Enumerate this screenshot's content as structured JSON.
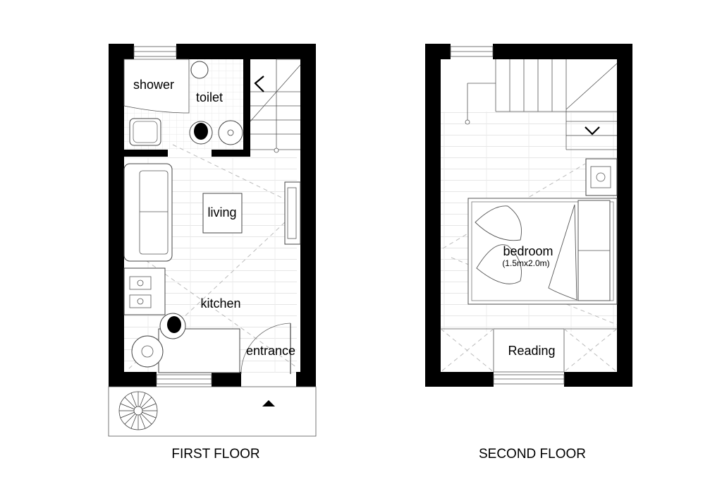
{
  "first_floor": {
    "caption": "FIRST FLOOR",
    "rooms": {
      "shower": "shower",
      "toilet": "toilet",
      "living": "living",
      "kitchen": "kitchen",
      "entrance": "entrance"
    }
  },
  "second_floor": {
    "caption": "SECOND FLOOR",
    "rooms": {
      "bedroom": "bedroom",
      "bedroom_size": "(1.5mx2.0m)",
      "reading": "Reading"
    }
  },
  "icons": [
    "stair-left-chevron-icon",
    "stair-down-chevron-icon",
    "entry-arrow-icon",
    "plant-icon"
  ],
  "colors": {
    "wall": "#000000",
    "line": "#555555",
    "floor_hatch": "#e3e3e3"
  }
}
